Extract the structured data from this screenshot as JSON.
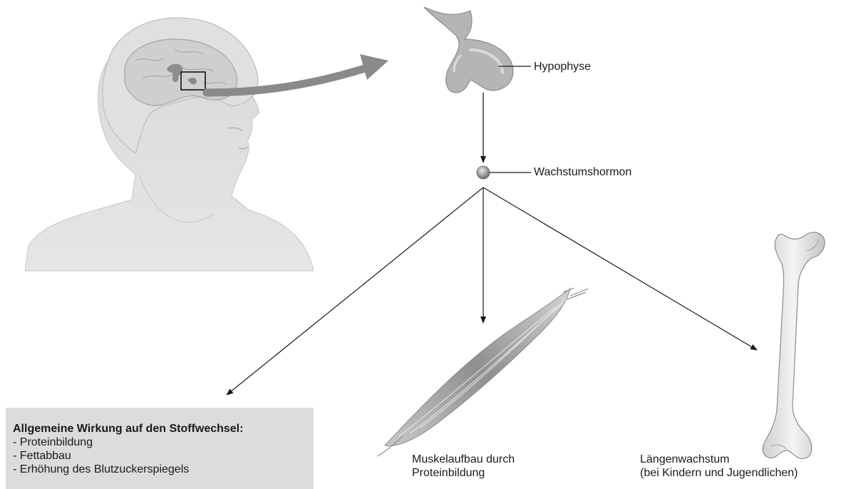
{
  "labels": {
    "hypophyse": "Hypophyse",
    "wachstumshormon": "Wachstumshormon",
    "muskel_line1": "Muskelaufbau durch",
    "muskel_line2": "Proteinbildung",
    "laengen_line1": "Längenwachstum",
    "laengen_line2": "(bei Kindern und Jugendlichen)"
  },
  "effects": {
    "title": "Allgemeine Wirkung auf den Stoffwechsel:",
    "items": [
      "- Proteinbildung",
      "- Fettabbau",
      "- Erhöhung des Blutzuckerspiegels"
    ]
  },
  "colors": {
    "silhouette": "#dadada",
    "brain": "#c8c8c8",
    "arrow": "#8a8a8a",
    "box": "#dcdcdc",
    "line": "#1a1a1a"
  }
}
